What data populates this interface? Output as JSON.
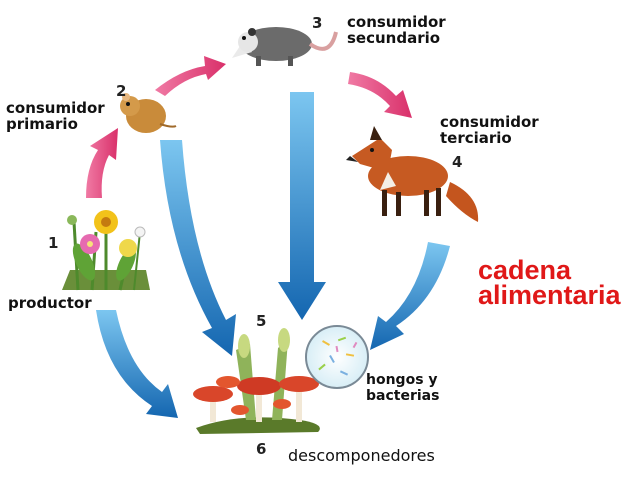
{
  "title": {
    "line1": "cadena",
    "line2": "alimentaria"
  },
  "nodes": {
    "productor": {
      "number": "1",
      "label": "productor"
    },
    "consumidor_primario": {
      "number": "2",
      "line1": "consumidor",
      "line2": "primario"
    },
    "consumidor_secundario": {
      "number": "3",
      "line1": "consumidor",
      "line2": "secundario"
    },
    "consumidor_terciario": {
      "number": "4",
      "line1": "consumidor",
      "line2": "terciario"
    },
    "descomponedores": {
      "number": "5",
      "number_bottom": "6",
      "label": "descomponedores"
    },
    "hongos": {
      "line1": "hongos y",
      "line2": "bacterias"
    }
  },
  "colors": {
    "title": "#e01818",
    "arrow_pink": "#e0427a",
    "arrow_blue": "#1a7cc4"
  }
}
